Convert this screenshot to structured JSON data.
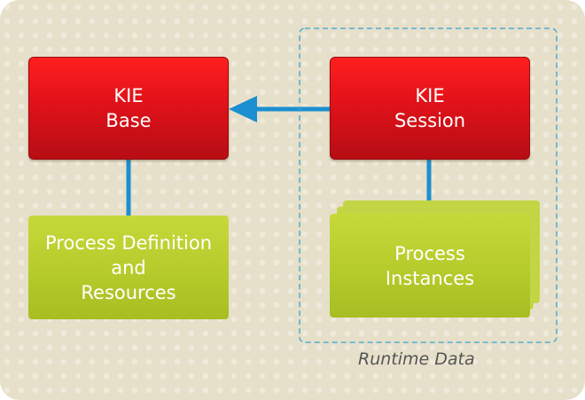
{
  "nodes": {
    "kie_base": "KIE\nBase",
    "kie_session": "KIE\nSession",
    "process_definition": "Process Definition\nand\nResources",
    "process_instances": "Process\nInstances"
  },
  "group_label": "Runtime Data",
  "colors": {
    "background": "#e6e0cb",
    "dots": "#efeadb",
    "red": "#e0121a",
    "green": "#b4ca2a",
    "connector": "#1c8fd0",
    "group_border": "#3aa3d0"
  }
}
